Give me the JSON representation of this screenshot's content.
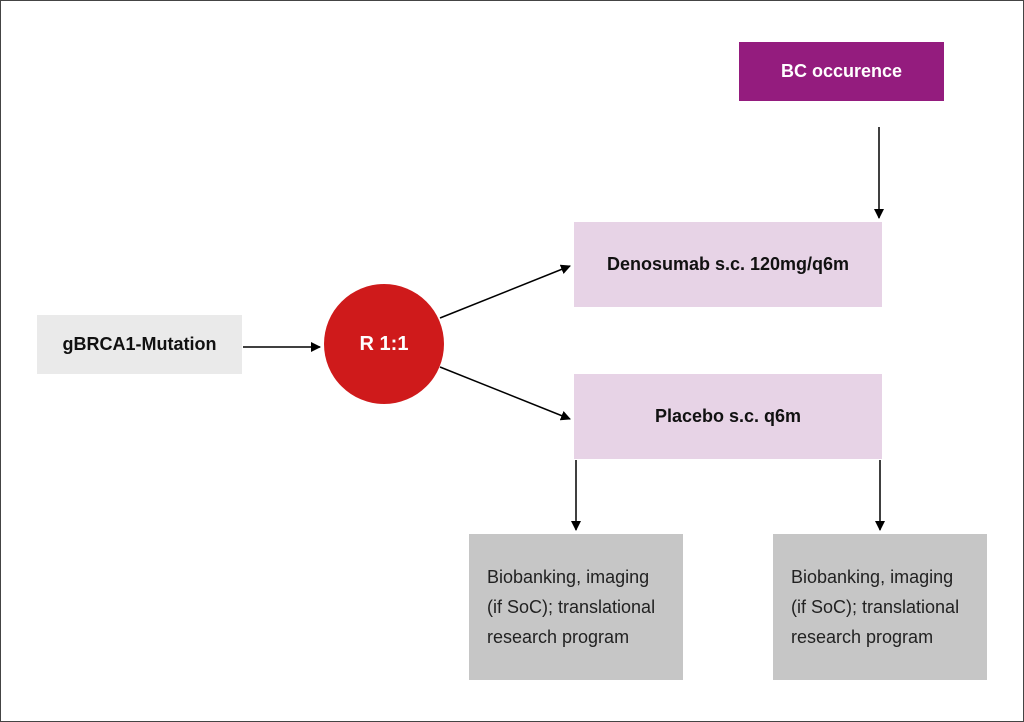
{
  "diagram": {
    "bc_occurence": "BC occurence",
    "denosumab": "Denosumab s.c. 120mg/q6m",
    "placebo": "Placebo s.c. q6m",
    "gbrca1": "gBRCA1-Mutation",
    "randomization": "R 1:1",
    "outcome_left": {
      "line1": "Biobanking, imaging",
      "line2": "(if SoC); translational",
      "line3": "research program"
    },
    "outcome_right": {
      "line1": "Biobanking, imaging",
      "line2": "(if SoC); translational",
      "line3": "research program"
    }
  },
  "colors": {
    "bc_box": "#941c7e",
    "arm_box": "#e7d3e6",
    "start_box": "#eaeaea",
    "randomization_circle": "#cf1a1b",
    "outcome_box": "#c6c6c6"
  }
}
